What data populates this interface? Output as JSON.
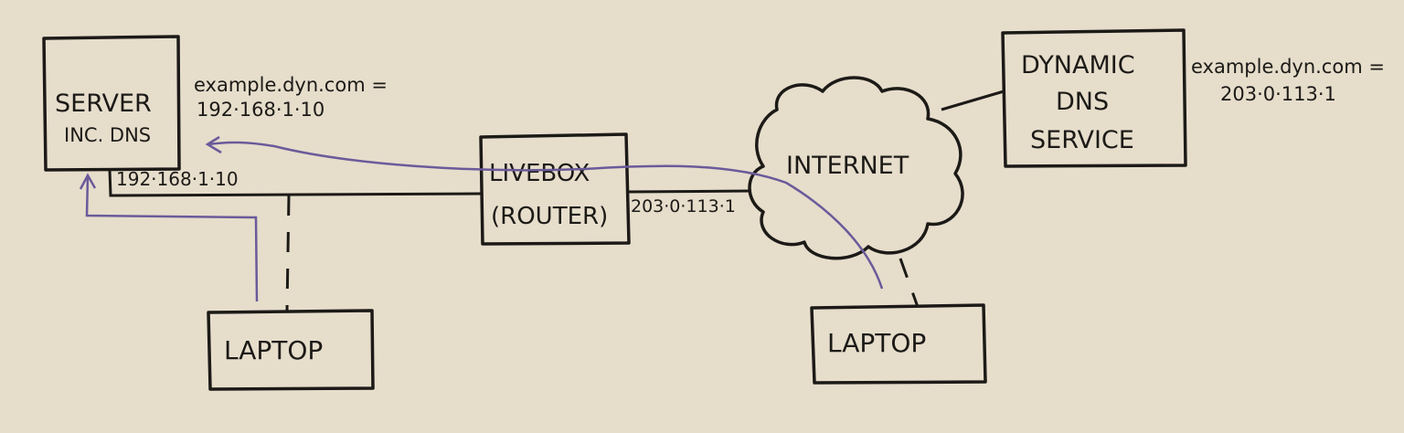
{
  "server": {
    "line1": "SERVER",
    "line2": "INC. DNS",
    "dns_note_1": "example.dyn.com =",
    "dns_note_2": "192·168·1·10",
    "ip": "192·168·1·10"
  },
  "router": {
    "line1": "LIVEBOX",
    "line2": "(ROUTER)",
    "wan_ip": "203·0·113·1"
  },
  "internet": {
    "label": "INTERNET"
  },
  "ddns": {
    "line1": "DYNAMIC",
    "line2": "DNS",
    "line3": "SERVICE",
    "note_1": "example.dyn.com =",
    "note_2": "203·0·113·1"
  },
  "laptop_local": {
    "label": "LAPTOP"
  },
  "laptop_remote": {
    "label": "LAPTOP"
  },
  "colors": {
    "ink": "#1c1a17",
    "arrow": "#6a5a9a",
    "paper": "#e6ddcb"
  }
}
